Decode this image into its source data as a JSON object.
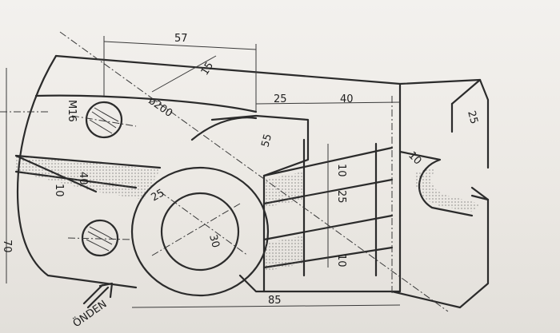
{
  "drawing": {
    "dimensions": {
      "top_width": "57",
      "angle_15": "15",
      "diameter": "ø200",
      "thread": "M16",
      "step_25": "25",
      "step_40": "40",
      "corner_25": "25",
      "slot_10": "10",
      "block_55": "55",
      "side_40": "40",
      "side_10": "10",
      "height_70": "70",
      "hole_25": "25",
      "hole_30": "30",
      "base_85": "85",
      "rib_10a": "10",
      "rib_25": "25",
      "rib_10b": "10"
    },
    "view_label": "ÖNDEN"
  }
}
